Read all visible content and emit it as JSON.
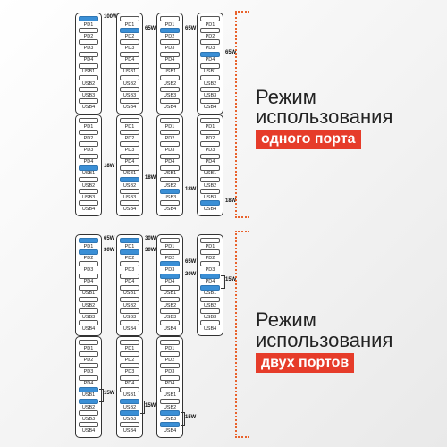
{
  "modes": {
    "single": {
      "line1": "Режим",
      "line2": "использования",
      "line3": "одного порта"
    },
    "dual": {
      "line1": "Режим",
      "line2": "использования",
      "line3": "двух портов"
    }
  },
  "colors": {
    "accent": "#e63c2a",
    "dots": "#e8622c",
    "active_port": "#3a8fd6"
  },
  "port_labels": [
    "PD1",
    "PD2",
    "PD3",
    "PD4",
    "USB1",
    "USB2",
    "USB3",
    "USB4"
  ],
  "single_panels": [
    {
      "active": [
        0
      ],
      "watts": [
        "100W"
      ]
    },
    {
      "active": [
        1
      ],
      "watts": [
        "65W"
      ]
    },
    {
      "active": [
        1
      ],
      "watts": [
        "65W"
      ]
    },
    {
      "active": [
        3
      ],
      "watts": [
        "65W"
      ]
    },
    {
      "active": [
        4
      ],
      "watts": [
        "18W"
      ]
    },
    {
      "active": [
        5
      ],
      "watts": [
        "18W"
      ]
    },
    {
      "active": [
        6
      ],
      "watts": [
        "18W"
      ]
    },
    {
      "active": [
        7
      ],
      "watts": [
        "18W"
      ]
    }
  ],
  "dual_panels": [
    {
      "active": [
        0,
        1
      ],
      "watts": [
        "65W",
        "30W"
      ]
    },
    {
      "active": [
        0,
        1
      ],
      "watts": [
        "30W",
        "30W"
      ]
    },
    {
      "active": [
        2,
        3
      ],
      "watts": [
        "65W",
        "20W"
      ]
    },
    {
      "active": [
        3,
        4
      ],
      "watts": [
        "15W"
      ]
    },
    {
      "active": [
        4,
        5
      ],
      "watts": [
        "15W"
      ]
    },
    {
      "active": [
        5,
        6
      ],
      "watts": [
        "15W"
      ]
    },
    {
      "active": [
        6,
        7
      ],
      "watts": [
        "15W"
      ]
    }
  ]
}
